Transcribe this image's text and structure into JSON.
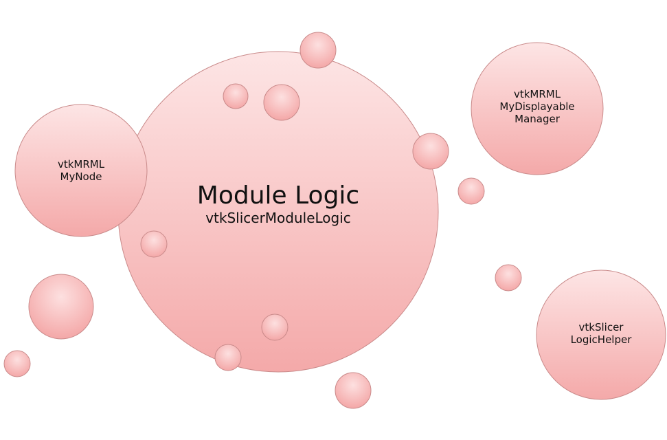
{
  "colors": {
    "fill_light": "#fde3e3",
    "fill_dark": "#f4a7a7",
    "stroke": "#c98a8a",
    "text": "#111111"
  },
  "main": {
    "title": "Module Logic",
    "subtitle": "vtkSlicerModuleLogic"
  },
  "nodes": {
    "mynode": [
      "vtkMRML",
      "MyNode"
    ],
    "displayable_manager": [
      "vtkMRML",
      "MyDisplayable",
      "Manager"
    ],
    "logic_helper": [
      "vtkSlicer",
      "LogicHelper"
    ]
  }
}
